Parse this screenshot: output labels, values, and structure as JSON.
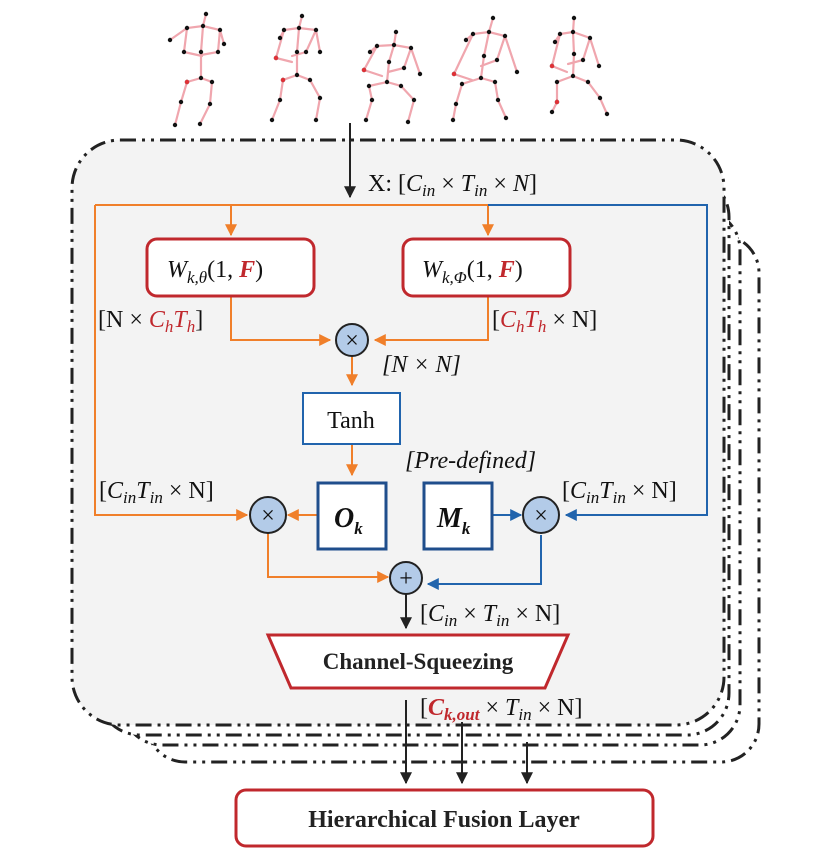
{
  "input_label": {
    "prefix": "X: [",
    "c": "C",
    "c_sub": "in",
    "times1": " × ",
    "t": "T",
    "t_sub": "in",
    "times2": " × ",
    "n": "N",
    "suffix": "]"
  },
  "w_theta": {
    "w": "W",
    "sub": "k,θ",
    "open": "(1, ",
    "f": "F",
    "close": ")"
  },
  "w_phi": {
    "w": "W",
    "sub": "k,Φ",
    "open": "(1, ",
    "f": "F",
    "close": ")"
  },
  "left_dim": {
    "open": "[N × ",
    "c": "C",
    "c_sub": "h",
    "t": "T",
    "t_sub": "h",
    "close": "]"
  },
  "right_dim": {
    "open": "[",
    "c": "C",
    "c_sub": "h",
    "t": "T",
    "t_sub": "h",
    "close": " × N]"
  },
  "nn_dim": "[N × N]",
  "tanh_label": "Tanh",
  "predefined_label": "[Pre-defined]",
  "o_block": {
    "main": "O",
    "sub": "k"
  },
  "m_block": {
    "main": "M",
    "sub": "k"
  },
  "left_input_dim": {
    "open": "[",
    "c": "C",
    "c_sub": "in",
    "t": "T",
    "t_sub": "in",
    "close": " × N]"
  },
  "right_input_dim": {
    "open": "[",
    "c": "C",
    "c_sub": "in",
    "t": "T",
    "t_sub": "in",
    "close": " × N]"
  },
  "sum_dim": {
    "open": "[",
    "c": "C",
    "c_sub": "in",
    "mid": " × ",
    "t": "T",
    "t_sub": "in",
    "close": " × N]"
  },
  "squeeze_label": "Channel-Squeezing",
  "out_dim": {
    "open": "[",
    "c": "C",
    "c_sub": "k,out",
    "mid": " × ",
    "t": "T",
    "t_sub": "in",
    "close": " × N]"
  },
  "fusion_label": "Hierarchical Fusion Layer",
  "operators": {
    "multiply": "×",
    "add": "+"
  },
  "colors": {
    "orange": "#f07f2a",
    "blue": "#2164ad",
    "red": "#c0282d",
    "dark": "#222222",
    "node_fill": "#b3cbe8",
    "panel": "#f3f3f3"
  }
}
